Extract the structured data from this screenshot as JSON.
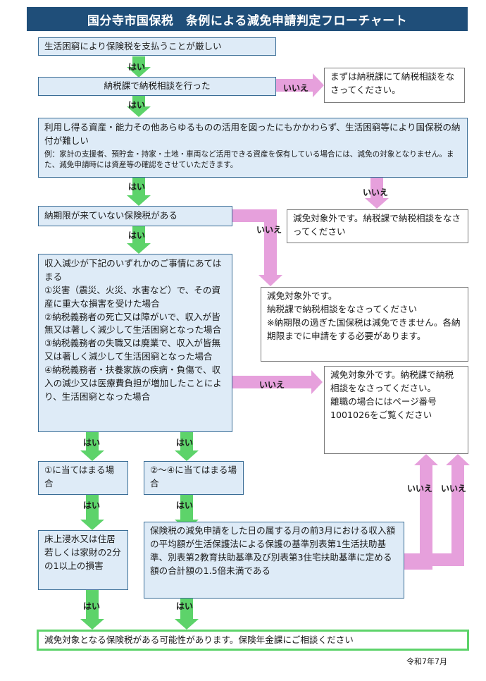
{
  "title": "国分寺市国保税　条例による減免申請判定フローチャート",
  "boxes": {
    "q1": "生活困窮により保険税を支払うことが厳しい",
    "q2": "納税課で納税相談を行った",
    "r2": "まずは納税課にて納税相談をなさってください。",
    "q3": "利用し得る資産・能力その他あらゆるものの活用を図ったにもかかわらず、生活困窮等により国保税の納付が難しい",
    "q3_note": "例：家計の支援者、預貯金・持家・土地・車両など活用できる資産を保有している場合には、減免の対象となりません。また、減免申請時には資産等の確認をさせていただきます。",
    "r3": "減免対象外です。納税課で納税相談をなさってください",
    "q4": "納期限が来ていない保険税がある",
    "r4_lines": [
      "減免対象外です。",
      "納税課で納税相談をなさってください",
      "※納期限の過ぎた国保税は減免できません。各納期限までに申請をする必要があります。"
    ],
    "q5_lines": [
      "収入減少が下記のいずれかのご事情にあてはまる",
      "①災害（震災、火災、水害など）で、その資産に重大な損害を受けた場合",
      "②納税義務者の死亡又は障がいで、収入が皆無又は著しく減少して生活困窮となった場合",
      "③納税義務者の失職又は廃業で、収入が皆無又は著しく減少して生活困窮となった場合",
      "④納税義務者・扶養家族の疾病・負傷で、収入の減少又は医療費負担が増加したことにより、生活困窮となった場合"
    ],
    "r5_lines": [
      "減免対象外です。納税課で納税相談をなさってください。",
      "離職の場合にはページ番号1001026をご覧ください"
    ],
    "q6a": "①に当てはまる場合",
    "q6b": "②～④に当てはまる場合",
    "q7a": "床上浸水又は住居若しくは家財の2分の1以上の損害",
    "q7b": "保険税の減免申請をした日の属する月の前3月における収入額の平均額が生活保護法による保護の基準別表第1生活扶助基準、別表第2教育扶助基準及び別表第3住宅扶助基準に定める額の合計額の1.5倍未満である",
    "final": "減免対象となる保険税がある可能性があります。保険年金課にご相談ください"
  },
  "labels": {
    "yes": "はい",
    "no": "いいえ"
  },
  "date": "令和7年7月",
  "colors": {
    "header": "#1f4e79",
    "box_fill": "#deebf7",
    "yes_arrow": "#5dd36a",
    "no_arrow": "#e6a0dc"
  }
}
